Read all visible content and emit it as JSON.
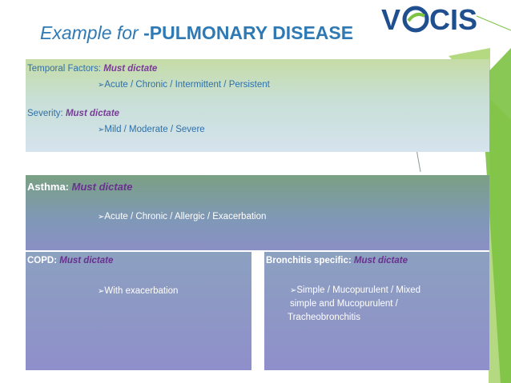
{
  "title": {
    "prefix": "Example for ",
    "emphasis": "-PULMONARY DISEASE"
  },
  "logo": {
    "text": "VOCIS",
    "colors": {
      "primary": "#1f4f8f",
      "accent": "#7dc242"
    }
  },
  "section_temporal": {
    "label": "Temporal Factors:",
    "must": "Must dictate",
    "arrow": "➢",
    "options": "Acute / Chronic / Intermittent / Persistent"
  },
  "section_severity": {
    "label": "Severity:",
    "must": "Must dictate",
    "arrow": "➢",
    "options": "Mild / Moderate / Severe"
  },
  "section_asthma": {
    "label": "Asthma:",
    "must": "Must dictate",
    "arrow": "➢",
    "options": "Acute / Chronic / Allergic / Exacerbation"
  },
  "section_copd": {
    "label": "COPD:",
    "must": "Must dictate",
    "arrow": "➢",
    "options": "With exacerbation"
  },
  "section_bronchitis": {
    "label": "Bronchitis specific:",
    "must": "Must dictate",
    "arrow": "➢",
    "options_line1": "Simple / Mucopurulent  / Mixed",
    "options_line2": "simple and Mucopurulent /",
    "options_line3": "Tracheobronchitis"
  },
  "colors": {
    "accent_green": "#8cc63f",
    "title_blue": "#2f7ab5",
    "must_purple": "#7a3a9a"
  }
}
